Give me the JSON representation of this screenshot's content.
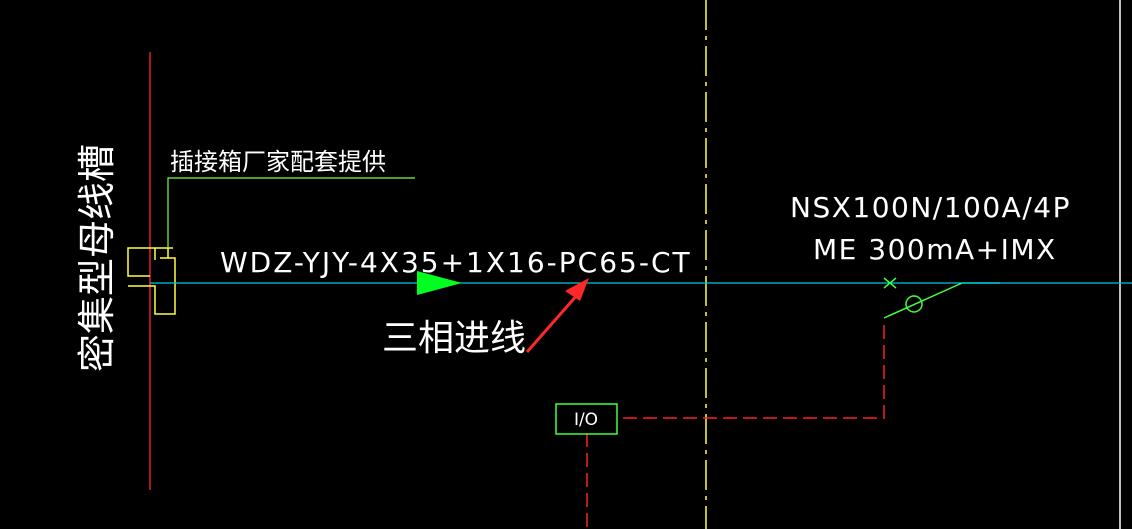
{
  "labels": {
    "busway_vertical": "密集型母线槽",
    "plug_box_note": "插接箱厂家配套提供",
    "cable_spec": "WDZ-YJY-4X35+1X16-PC65-CT",
    "incoming_note": "三相进线",
    "breaker_model": "NSX100N/100A/4P",
    "breaker_option": "ME 300mA+IMX",
    "io_box": "I/O"
  },
  "colors": {
    "background": "#000000",
    "text": "#ffffff",
    "busbar_line": "#e0202a",
    "main_line": "#00c8d8",
    "leader_line": "#7cff3c",
    "plug_box": "#ffff40",
    "center_line": "#ffff40",
    "arrow_green": "#00ff20",
    "arrow_red": "#ff2828",
    "control_line": "#ff2020",
    "io_box_border": "#40ff40",
    "breaker": "#40ff40"
  },
  "icons": {
    "direction_arrow": "triangle-right-icon",
    "pointer_arrow": "red-pointer-arrow-icon",
    "breaker_symbol": "circuit-breaker-icon",
    "cross_mark": "x-mark-icon"
  }
}
